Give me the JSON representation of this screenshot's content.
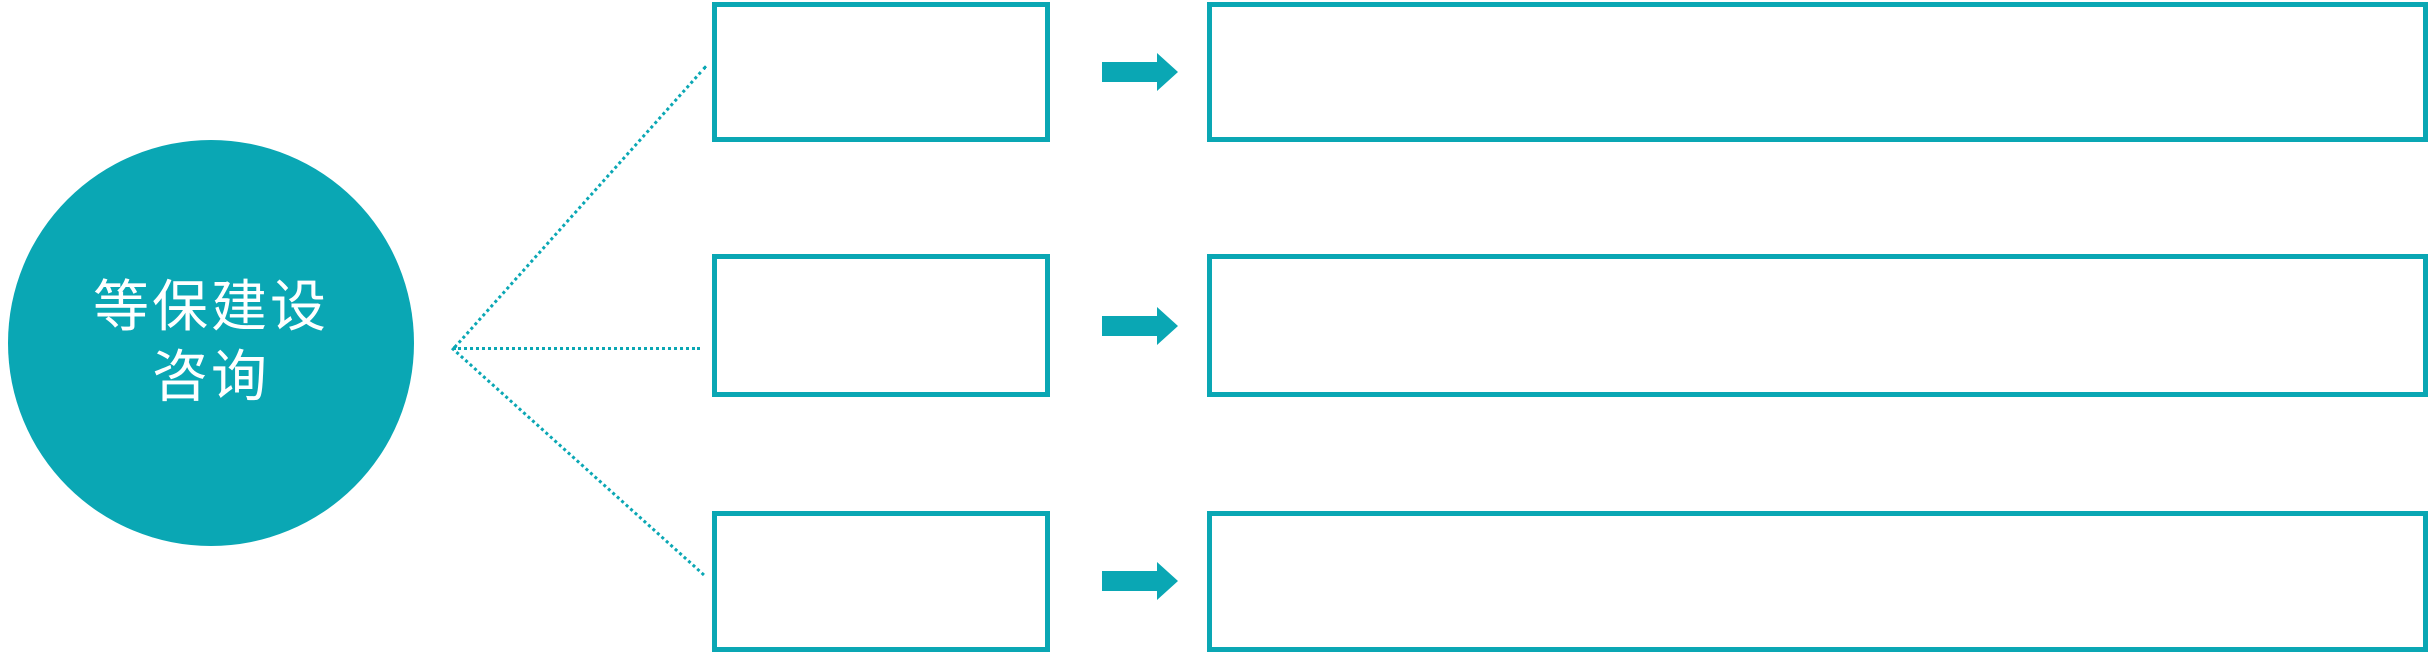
{
  "colors": {
    "accent": "#0aa7b4",
    "canvas_bg": "#ffffff",
    "circle_text": "#ffffff"
  },
  "circle": {
    "line1": "等保建设",
    "line2": "咨询"
  },
  "rows": [
    {
      "position": "top",
      "small_box_text": "",
      "large_box_text": ""
    },
    {
      "position": "middle",
      "small_box_text": "",
      "large_box_text": ""
    },
    {
      "position": "bottom",
      "small_box_text": "",
      "large_box_text": ""
    }
  ],
  "icons": {
    "arrow": "arrow-right-icon"
  }
}
